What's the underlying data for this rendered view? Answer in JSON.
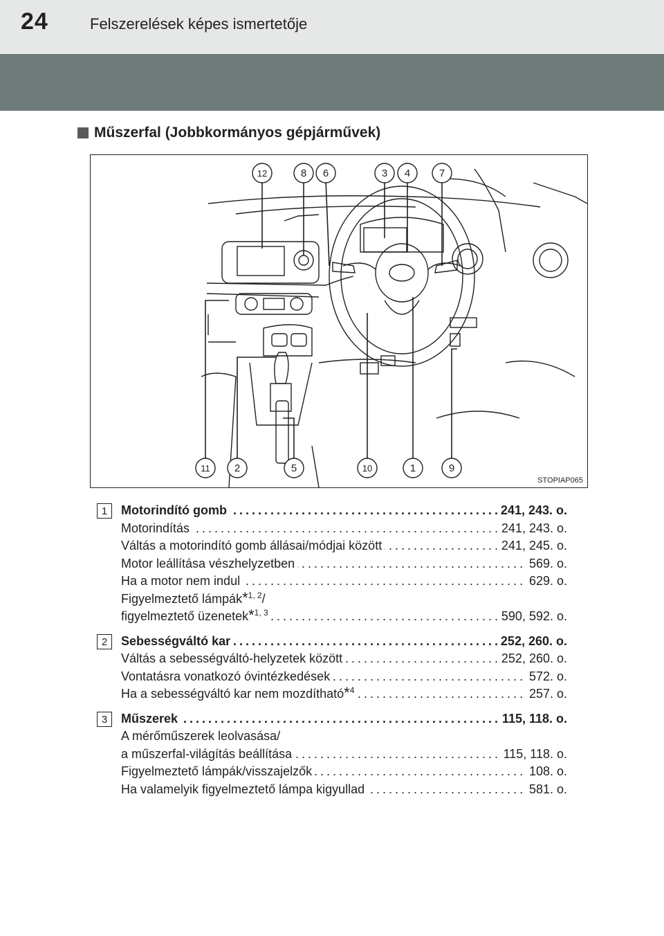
{
  "header": {
    "page_number": "24",
    "section": "Felszerelések képes ismertetője"
  },
  "heading": "Műszerfal (Jobbkormányos gépjárművek)",
  "figure": {
    "code": "STOPIAP065",
    "callouts_top": [
      "12",
      "8",
      "6",
      "3",
      "4",
      "7"
    ],
    "callouts_bottom": [
      "11",
      "2",
      "5",
      "10",
      "1",
      "9"
    ]
  },
  "entries": [
    {
      "badge": "1",
      "title": "Motorindító gomb",
      "title_pages": "241, 243. o.",
      "items": [
        {
          "text": "Motorindítás",
          "pages": "241, 243. o."
        },
        {
          "text": "Váltás a motorindító gomb állásai/módjai között",
          "pages": "241, 245. o."
        },
        {
          "text": "Motor leállítása vészhelyzetben",
          "pages": "569. o."
        },
        {
          "text": "Ha a motor nem indul",
          "pages": "629. o."
        },
        {
          "text": "Figyelmeztető lámpák",
          "sup": "1, 2",
          "suffix": "/",
          "pages": ""
        },
        {
          "text": "figyelmeztető üzenetek",
          "sup": "1, 3",
          "pages": "590, 592. o."
        }
      ]
    },
    {
      "badge": "2",
      "title": "Sebességváltó kar",
      "title_pages": "252, 260. o.",
      "items": [
        {
          "text": "Váltás a sebességváltó-helyzetek között",
          "pages": "252, 260. o."
        },
        {
          "text": "Vontatásra vonatkozó óvintézkedések",
          "pages": "572. o."
        },
        {
          "text": "Ha a sebességváltó kar nem mozdítható",
          "sup": "4",
          "pages": "257. o."
        }
      ]
    },
    {
      "badge": "3",
      "title": "Műszerek",
      "title_pages": "115, 118. o.",
      "items": [
        {
          "text": "A mérőműszerek leolvasása/",
          "pages": ""
        },
        {
          "text": "a műszerfal-világítás beállítása",
          "pages": "115, 118. o."
        },
        {
          "text": "Figyelmeztető lámpák/visszajelzők",
          "pages": "108. o."
        },
        {
          "text": "Ha valamelyik figyelmeztető lámpa kigyullad",
          "pages": "581. o."
        }
      ]
    }
  ],
  "star": "*"
}
